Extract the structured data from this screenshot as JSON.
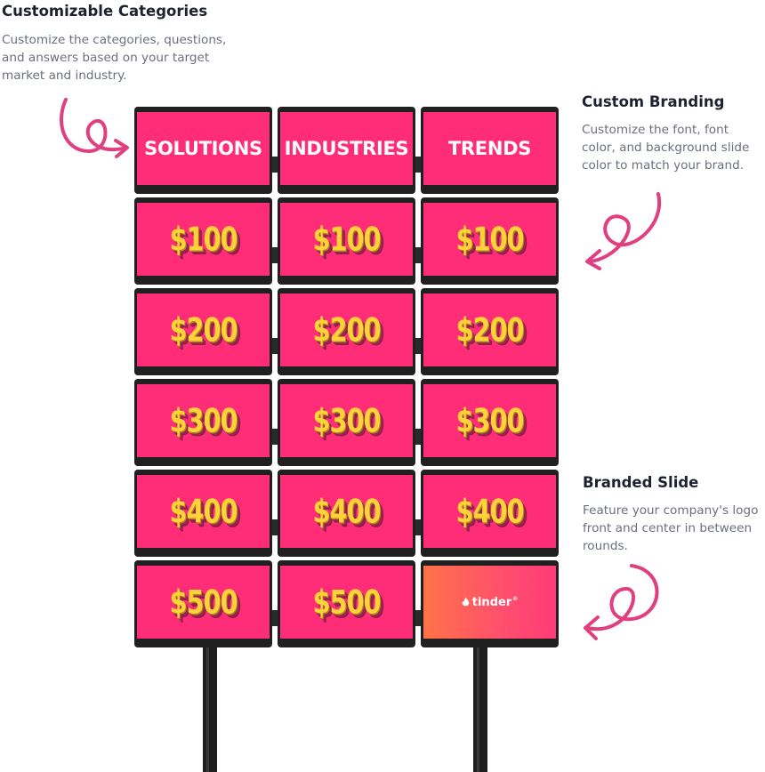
{
  "callouts": {
    "categories": {
      "title": "Customizable Categories",
      "body": "Customize the categories, questions, and answers based on your target market and industry."
    },
    "branding": {
      "title": "Custom Branding",
      "body": "Customize the font, font color, and background slide color to match your brand."
    },
    "branded_slide": {
      "title": "Branded Slide",
      "body": "Feature your company's logo front and center in between rounds."
    }
  },
  "board": {
    "categories": [
      "SOLUTIONS",
      "INDUSTRIES",
      "TRENDS"
    ],
    "values": [
      "$100",
      "$200",
      "$300",
      "$400",
      "$500"
    ],
    "brand_logo": "tinder",
    "brand_mark": "®",
    "colors": {
      "slide": "#ff2d78",
      "value_text": "#ffd23a",
      "frame": "#202020",
      "arrow": "#e0407f",
      "brand_gradient_start": "#ff7248",
      "brand_gradient_end": "#ff3a78"
    }
  },
  "icons": {
    "brand_icon": "flame-icon",
    "arrows": [
      "curly-arrow-icon",
      "curly-arrow-icon",
      "curly-arrow-icon"
    ]
  }
}
